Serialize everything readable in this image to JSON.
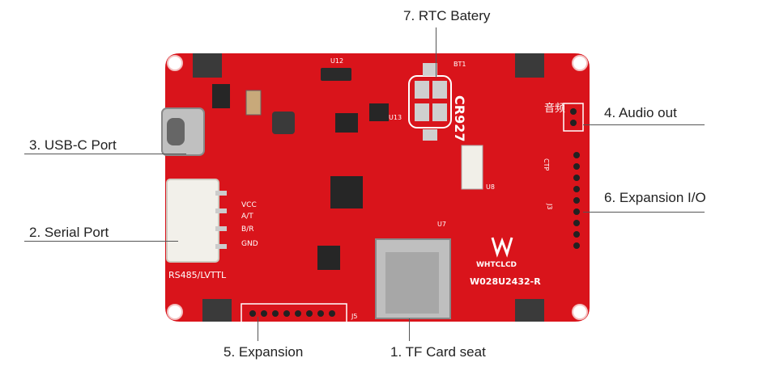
{
  "callouts": {
    "rtc": "7. RTC Batery",
    "audio": "4. Audio out",
    "usb": "3. USB-C Port",
    "expansion_io": "6. Expansion I/O",
    "serial": "2. Serial Port",
    "expansion": "5. Expansion",
    "tf": "1. TF Card seat"
  },
  "board": {
    "battery": "CR927",
    "battery_ref": "BT1",
    "audio_cn": "音频",
    "brand": "WHTCLCD",
    "model": "W028U2432-R",
    "port_label": "RS485/LVTTL",
    "vcc": "VCC",
    "at": "A/T",
    "br": "B/R",
    "gnd": "GND",
    "ctp": "CTP",
    "j3": "J3",
    "j5": "J5",
    "u12": "U12",
    "u13": "U13",
    "u7": "U7",
    "u8": "U8"
  },
  "colors": {
    "pcb": "#d9141b",
    "silkscreen": "#ffffff"
  }
}
